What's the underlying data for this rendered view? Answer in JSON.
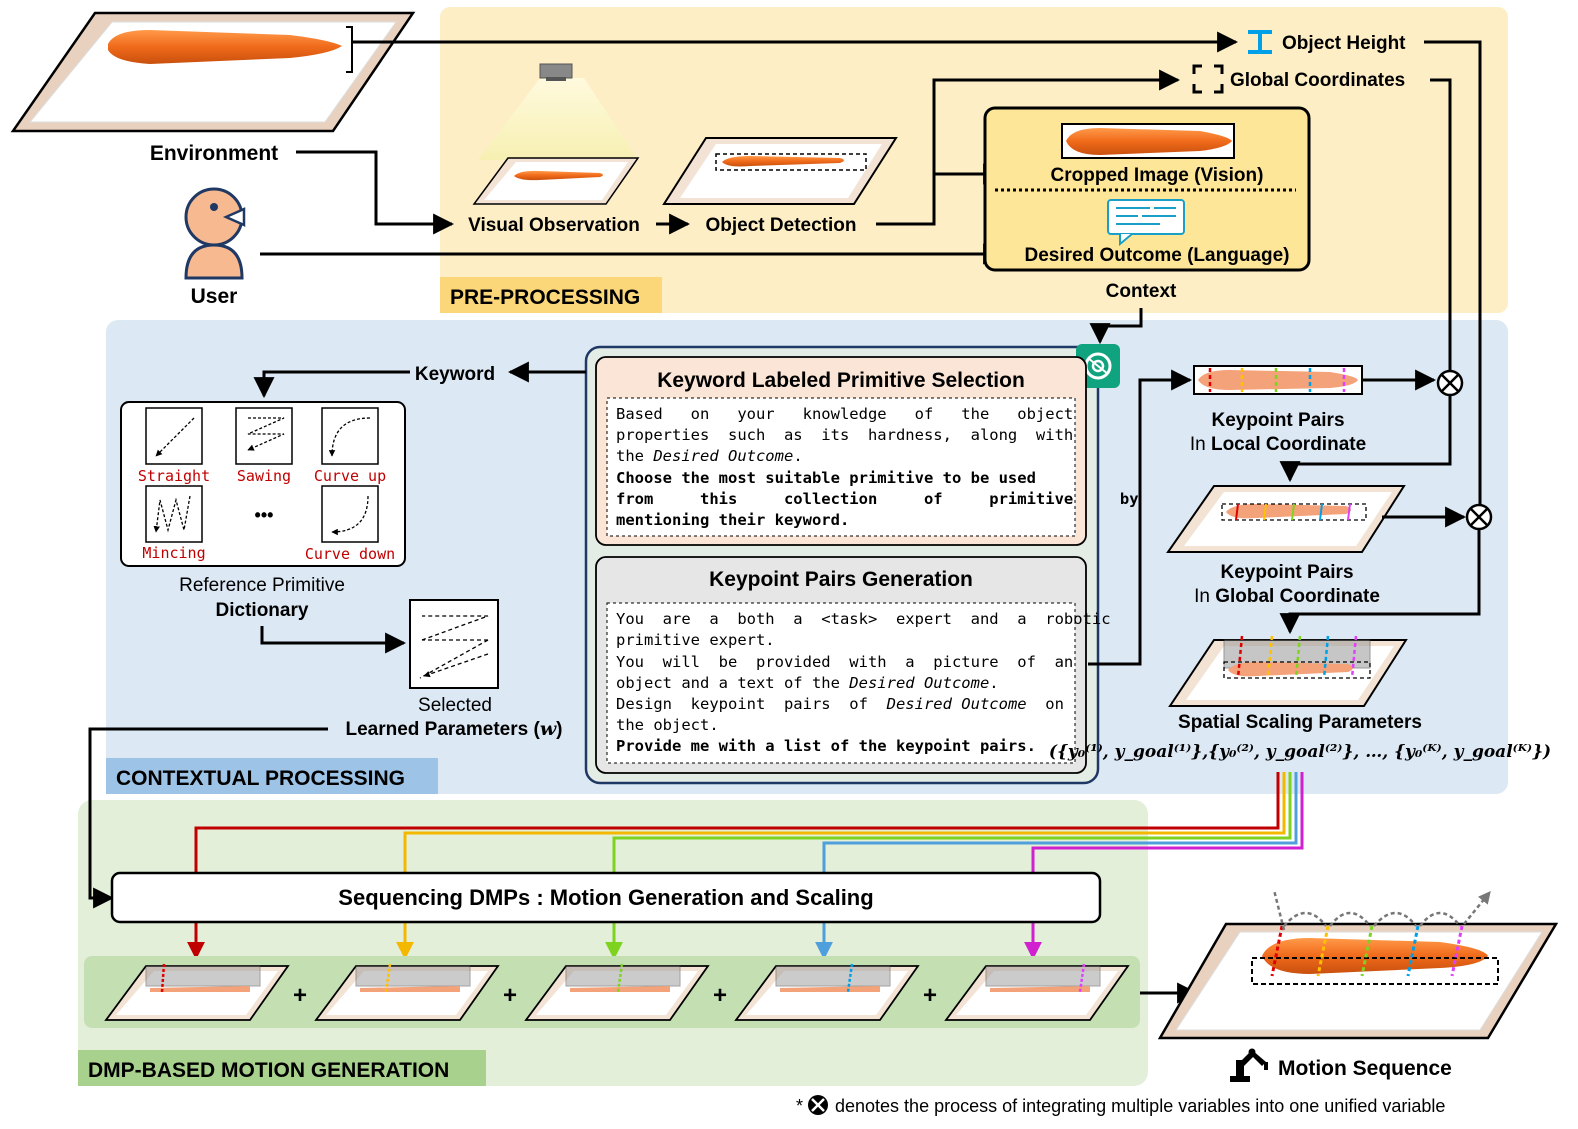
{
  "environment": {
    "label": "Environment"
  },
  "user": {
    "label": "User"
  },
  "preprocessing": {
    "title": "PRE-PROCESSING",
    "visual_observation": "Visual Observation",
    "object_detection": "Object Detection",
    "object_height": "Object Height",
    "global_coordinates": "Global Coordinates",
    "cropped_image": "Cropped Image (Vision)",
    "desired_outcome": "Desired Outcome (Language)",
    "context": "Context"
  },
  "contextual": {
    "title": "CONTEXTUAL PROCESSING",
    "keyword": "Keyword",
    "primitives": [
      "Straight",
      "Sawing",
      "Curve up",
      "Mincing",
      "Curve down"
    ],
    "ellipsis": "•••",
    "dictionary_line1": "Reference Primitive",
    "dictionary_line2": "Dictionary",
    "selected": "Selected",
    "learned_parameters": "Learned Parameters (",
    "learned_parameters_symbol": "w",
    "learned_parameters_close": ")",
    "prompt1": {
      "title": "Keyword Labeled Primitive Selection",
      "l1": "Based   on   your   knowledge   of   the   object",
      "l2": "properties  such  as  its  hardness,  along  with",
      "l3a": "the ",
      "l3b": "Desired Outcome",
      "l3c": ".",
      "l4": "Choose the most suitable primitive to be used",
      "l5": "from     this     collection     of     primitive     by",
      "l6": "mentioning their keyword."
    },
    "prompt2": {
      "title": "Keypoint Pairs Generation",
      "l1": "You  are  a  both  a  <task>  expert  and  a  robotic",
      "l2": "primitive expert.",
      "l3": "You  will  be  provided  with  a  picture  of  an",
      "l4a": "object and a text of the ",
      "l4b": "Desired Outcome",
      "l4c": ".",
      "l5a": "Design  keypoint  pairs  of  ",
      "l5b": "Desired Outcome",
      "l5c": "  on",
      "l6": "the object.",
      "l7": "Provide me with a list of the keypoint pairs."
    },
    "kp_local_1": "Keypoint Pairs",
    "kp_local_2a": "In ",
    "kp_local_2b": "Local Coordinate",
    "kp_global_1": "Keypoint Pairs",
    "kp_global_2a": "In ",
    "kp_global_2b": "Global Coordinate",
    "spatial_scaling": "Spatial Scaling Parameters",
    "spatial_formula": "({y₀⁽¹⁾, y_goal⁽¹⁾},{y₀⁽²⁾, y_goal⁽²⁾}, …, {y₀⁽ᴷ⁾, y_goal⁽ᴷ⁾})"
  },
  "dmp": {
    "title": "DMP-BASED MOTION GENERATION",
    "sequencing": "Sequencing DMPs : Motion Generation and Scaling",
    "plus": "+",
    "motion_sequence": "Motion Sequence"
  },
  "footnote": {
    "star": "*",
    "text": " denotes the process of integrating multiple variables into one unified variable"
  },
  "colors": {
    "preprocessing_bg": "#fdeec6",
    "contextual_bg": "#dce8f4",
    "dmp_bg": "#e3efd9",
    "preprocessing_tag": "#fbd77a",
    "contextual_tag": "#9dc3e6",
    "dmp_tag": "#a9d18e",
    "primitive_label": "#c00000",
    "prompt1_bg": "#fbe5d6",
    "keypoint_colors": [
      "#e00000",
      "#ffc000",
      "#7ed321",
      "#00a0e9",
      "#e040fb"
    ]
  }
}
